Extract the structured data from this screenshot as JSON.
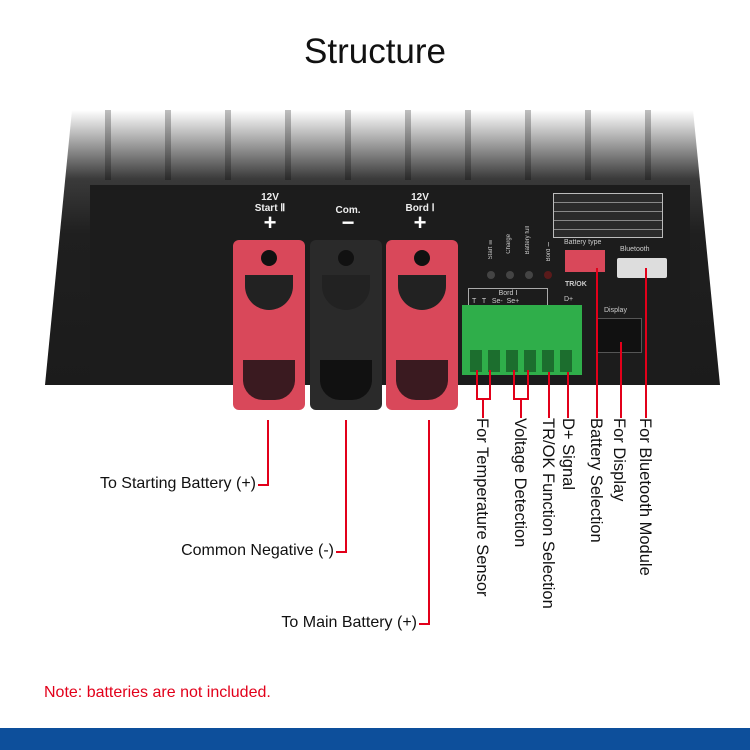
{
  "title": "Structure",
  "device": {
    "terminals": [
      {
        "voltage": "12V",
        "name": "Start Ⅱ",
        "sign": "+"
      },
      {
        "voltage": "",
        "name": "Com.",
        "sign": "−"
      },
      {
        "voltage": "12V",
        "name": "Bord Ⅰ",
        "sign": "+"
      }
    ],
    "leds": [
      "Start Ⅱ",
      "Charge",
      "Battery full",
      "Bord Ⅰ"
    ],
    "battery_type": "Battery type",
    "bluetooth": "Bluetooth",
    "trok": "TR/OK",
    "display": "Display",
    "terminal_block_header": "Bord Ⅰ",
    "terminal_block_pins": "T   T   Se-  Se+",
    "terminal_block_extra": "D+"
  },
  "callouts_left": [
    "To Starting Battery (+)",
    "Common Negative (-)",
    "To Main Battery (+)"
  ],
  "callouts_vertical": [
    "For Temperature Sensor",
    "Voltage Detection",
    "TR/OK Function Selection",
    "D+ Signal",
    "Battery Selection",
    "For Display",
    "For Bluetooth Module"
  ],
  "note": "Note: batteries are not included.",
  "colors": {
    "accent_red": "#e2001a",
    "footer_blue": "#0d4f9b",
    "terminal_red": "#d9485a"
  }
}
